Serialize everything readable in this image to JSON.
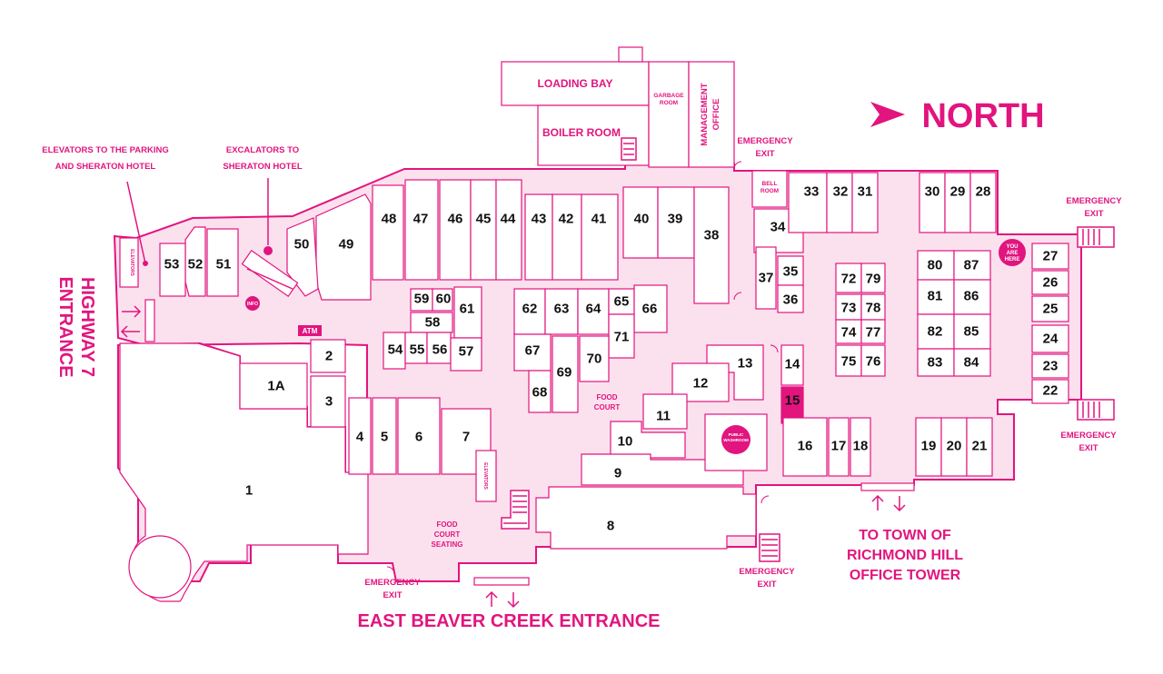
{
  "map": {
    "compass": "NORTH",
    "labels": {
      "loading_bay": "LOADING BAY",
      "boiler_room": "BOILER ROOM",
      "garbage_room": [
        "GARBAGE",
        "ROOM"
      ],
      "management_office": [
        "MANAGEMENT",
        "OFFICE"
      ],
      "bell_room": [
        "BELL",
        "ROOM"
      ],
      "elevators": "ELEVATORS",
      "elevators_parking": [
        "ELEVATORS TO THE PARKING",
        "AND SHERATON HOTEL"
      ],
      "escalators": [
        "EXCALATORS TO",
        "SHERATON HOTEL"
      ],
      "highway_entrance": [
        "HIGHWAY 7",
        "ENTRANCE"
      ],
      "atm": "ATM",
      "info": "INFO",
      "food_court": [
        "FOOD",
        "COURT"
      ],
      "food_court_seating": [
        "FOOD",
        "COURT",
        "SEATING"
      ],
      "public_washroom": [
        "PUBLIC",
        "WASHROOM"
      ],
      "you_are_here": [
        "YOU",
        "ARE",
        "HERE"
      ],
      "emergency_exit": [
        "EMERGENCY",
        "EXIT"
      ],
      "east_beaver_creek": "EAST BEAVER CREEK ENTRANCE",
      "town_office": [
        "TO TOWN OF",
        "RICHMOND HILL",
        "OFFICE TOWER"
      ]
    },
    "units": [
      "1",
      "1A",
      "2",
      "3",
      "4",
      "5",
      "6",
      "7",
      "8",
      "9",
      "10",
      "11",
      "12",
      "13",
      "14",
      "15",
      "16",
      "17",
      "18",
      "19",
      "20",
      "21",
      "22",
      "23",
      "24",
      "25",
      "26",
      "27",
      "28",
      "29",
      "30",
      "31",
      "32",
      "33",
      "34",
      "35",
      "36",
      "37",
      "38",
      "39",
      "40",
      "41",
      "42",
      "43",
      "44",
      "45",
      "46",
      "47",
      "48",
      "49",
      "50",
      "51",
      "52",
      "53",
      "54",
      "55",
      "56",
      "57",
      "58",
      "59",
      "60",
      "61",
      "62",
      "63",
      "64",
      "65",
      "66",
      "67",
      "68",
      "69",
      "70",
      "71",
      "72",
      "73",
      "74",
      "75",
      "76",
      "77",
      "78",
      "79",
      "80",
      "81",
      "82",
      "83",
      "84",
      "85",
      "86",
      "87"
    ],
    "highlighted_unit": "15",
    "colors": {
      "accent": "#e2147e",
      "floor": "#fbe1ee",
      "background": "#ffffff"
    }
  }
}
